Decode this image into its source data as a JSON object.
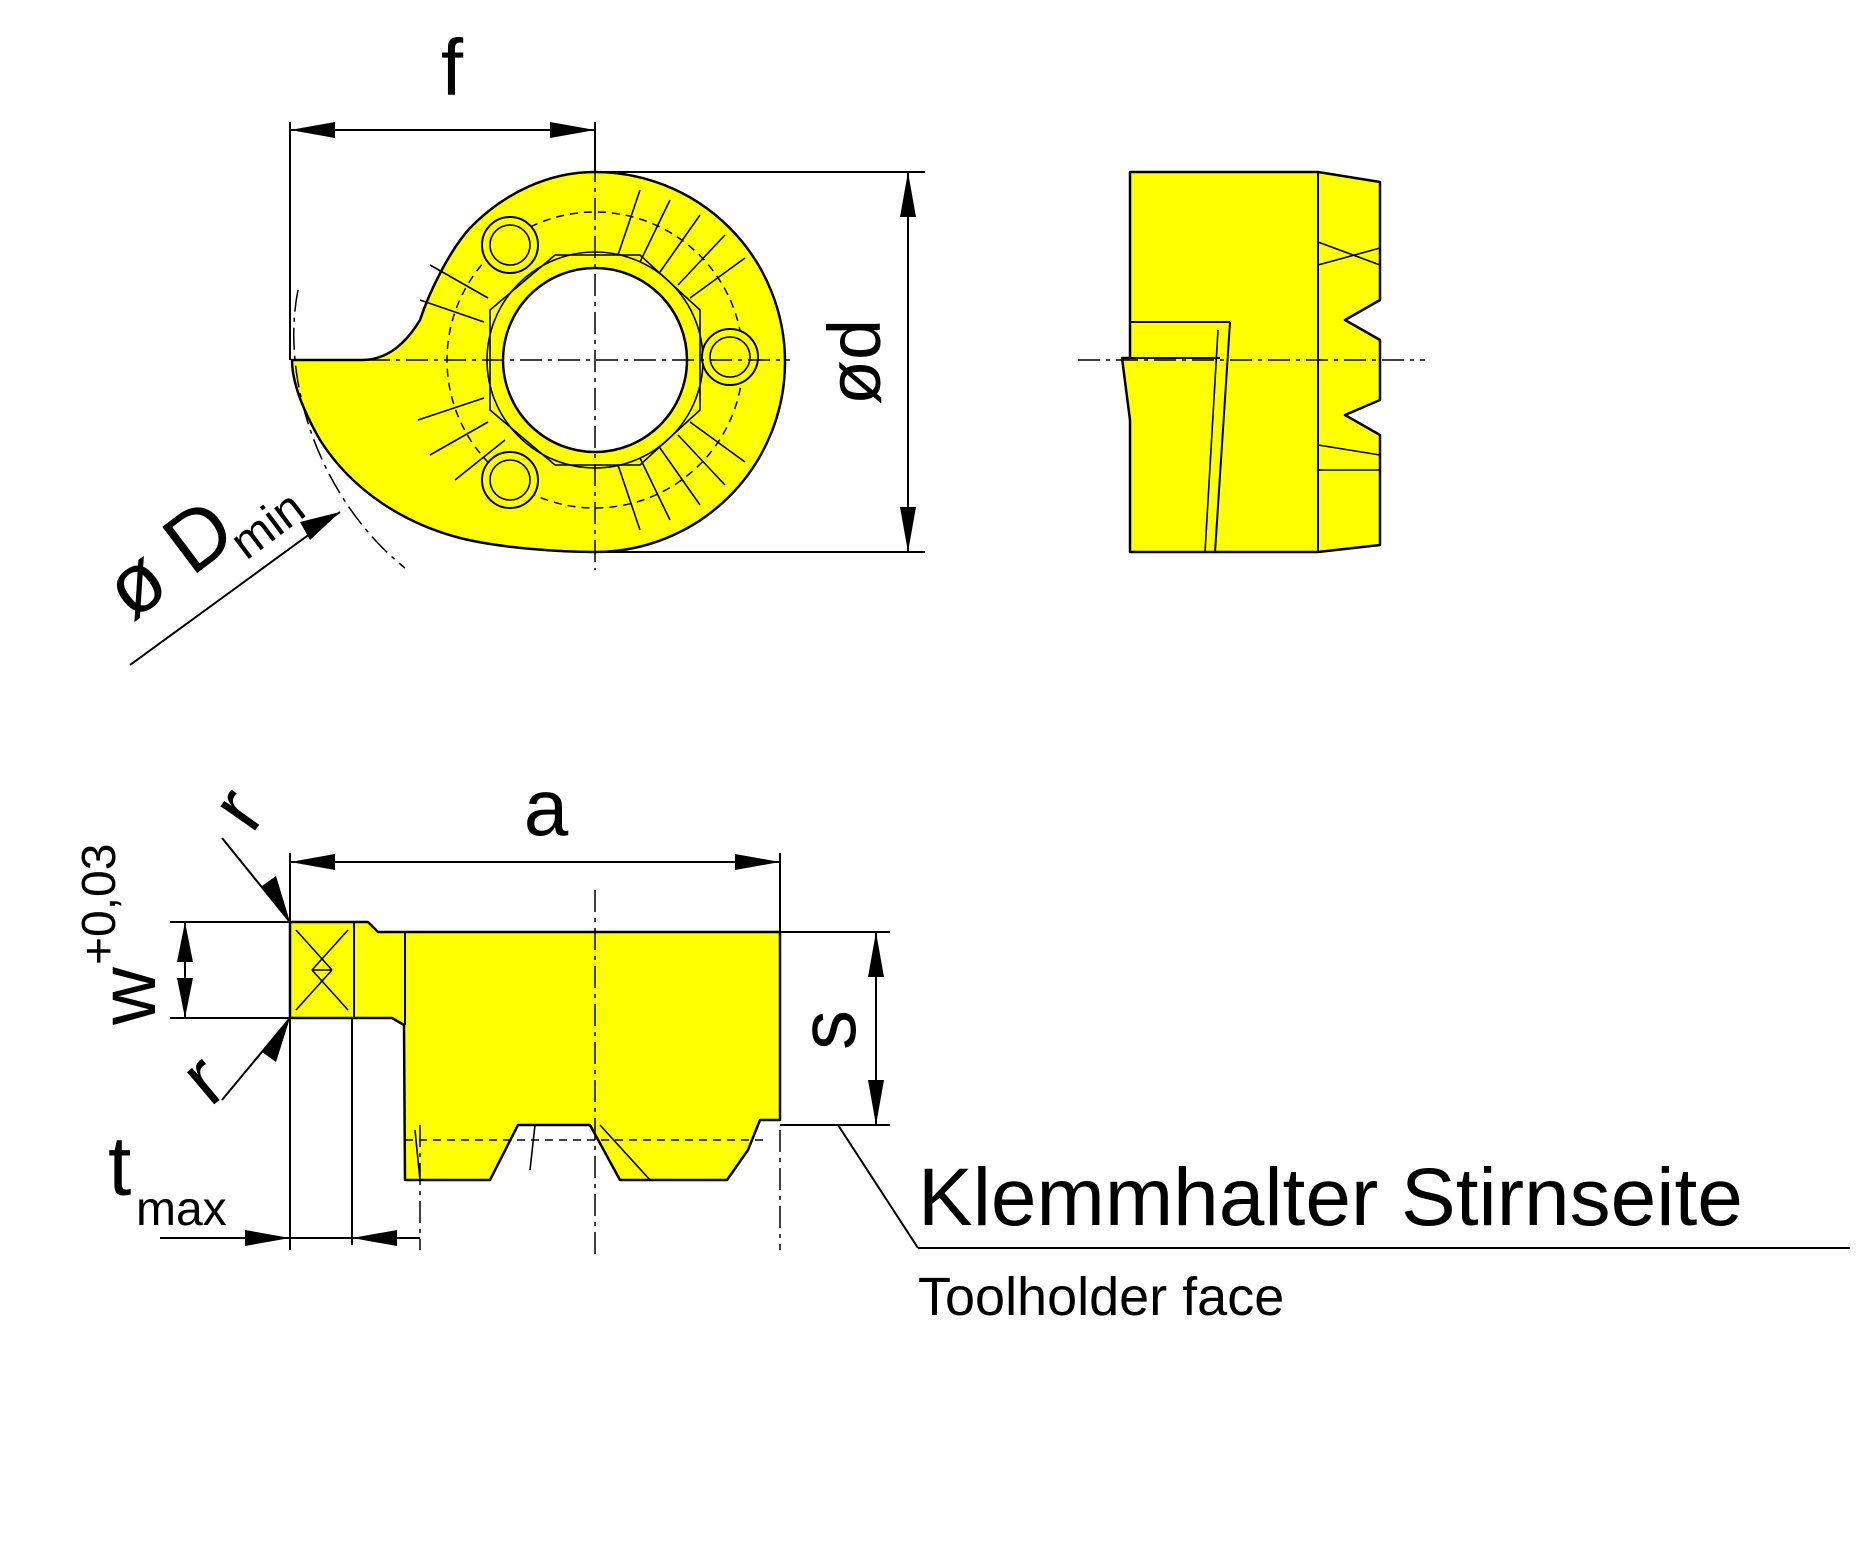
{
  "colors": {
    "insert": "#ffff00",
    "line": "#000000",
    "background": "#ffffff"
  },
  "labels": {
    "f": "f",
    "d": "ød",
    "Dmin_symbol": "ø D",
    "Dmin_subscript": "min",
    "a": "a",
    "r_top": "r",
    "r_bottom": "r",
    "w": "w",
    "w_tolerance": "+0,03",
    "s": "s",
    "t": "t",
    "t_subscript": "max",
    "face_de": "Klemmhalter Stirnseite",
    "face_en": "Toolholder face"
  }
}
